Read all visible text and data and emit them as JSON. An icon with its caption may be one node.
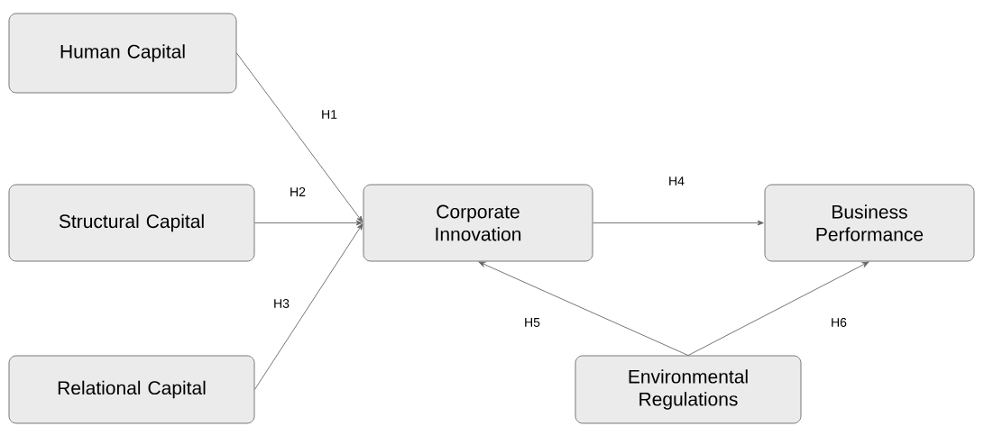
{
  "diagram": {
    "nodes": [
      {
        "text": [
          "Human Capital"
        ]
      },
      {
        "text": [
          "Structural Capital"
        ]
      },
      {
        "text": [
          "Relational Capital"
        ]
      },
      {
        "text": [
          "Corporate Innovation"
        ]
      },
      {
        "text": [
          "Business Performance"
        ]
      },
      {
        "text": [
          "Environmental Regulations"
        ]
      }
    ],
    "edges": [
      {
        "from": 0,
        "to": 3,
        "arrow": "to",
        "label": "H1"
      },
      {
        "from": 1,
        "to": 3,
        "arrow": "to",
        "label": "H2"
      },
      {
        "from": 2,
        "to": 3,
        "arrow": "to",
        "label": "H3"
      },
      {
        "from": 3,
        "to": 4,
        "arrow": "to",
        "label": "H4"
      },
      {
        "from": 5,
        "to": 3,
        "arrow": "to",
        "label": "H5"
      },
      {
        "from": 5,
        "to": 4,
        "arrow": "to",
        "label": "H6"
      }
    ]
  }
}
